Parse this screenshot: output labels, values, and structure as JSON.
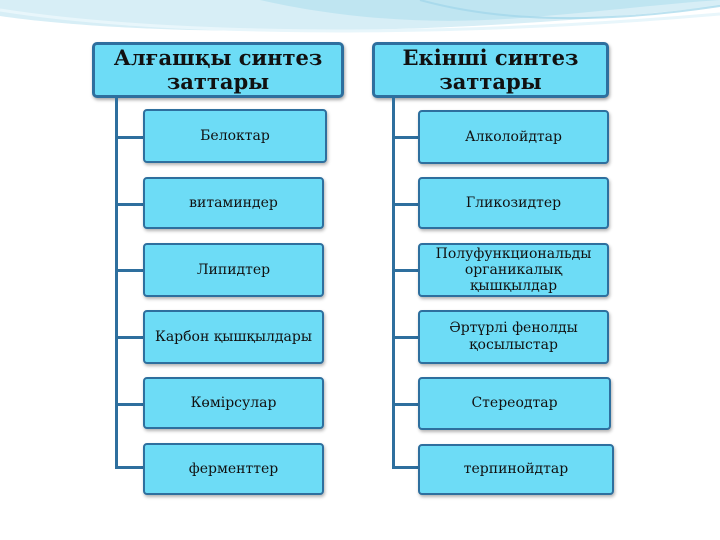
{
  "diagram": {
    "left": {
      "header": "Алғашқы синтез заттары",
      "items": [
        "Белоктар",
        "витаминдер",
        "Липидтер",
        "Карбон қышқылдары",
        "Көмірсулар",
        "ферменттер"
      ]
    },
    "right": {
      "header": "Екінші синтез заттары",
      "items": [
        "Алколойдтар",
        "Гликозидтер",
        "Полуфункциональды органикалық қышқылдар",
        "Әртүрлі фенолды қосылыстар",
        "Стереодтар",
        "терпинойдтар"
      ]
    }
  },
  "colors": {
    "box_fill": "#6ddcf6",
    "box_border": "#2e6f9e",
    "connector": "#2e6f9e",
    "top_swoosh": "#bfe7f3"
  }
}
